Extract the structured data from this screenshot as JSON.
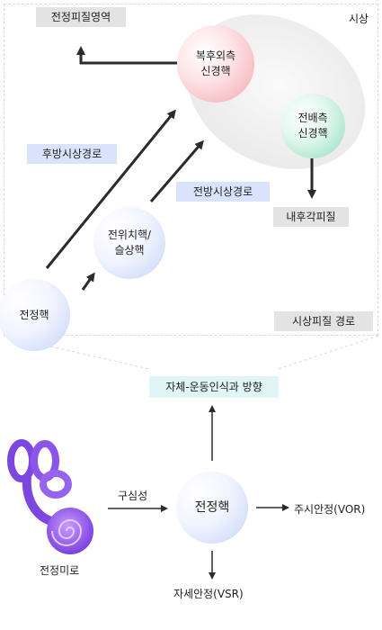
{
  "top_region": {
    "thalamus_label": "시상",
    "cortex_label": "전정피질영역",
    "pathway_box_label": "시상피질 경로",
    "nuclei": {
      "vpl": "복후외측\n신경핵",
      "vl": "전배측\n신경핵",
      "vestibular": "전정핵",
      "pretectal": "전위치핵/\n슬상핵"
    },
    "insular_label": "내후각피질",
    "posterior_pathway": "후방시상경로",
    "anterior_pathway": "전방시상경로"
  },
  "bottom_region": {
    "perception_label": "자체-운동인식과 방향",
    "afferent_label": "구심성",
    "nucleus_label": "전정핵",
    "vor_label": "주시안정(VOR)",
    "vsr_label": "자세안정(VSR)",
    "labyrinth_label": "전정미로"
  },
  "colors": {
    "gray_label": "#e3e3e3",
    "blue_label": "#d9e3fb",
    "cyan_label": "#dff5f6",
    "arrow": "#2b2b2b"
  }
}
